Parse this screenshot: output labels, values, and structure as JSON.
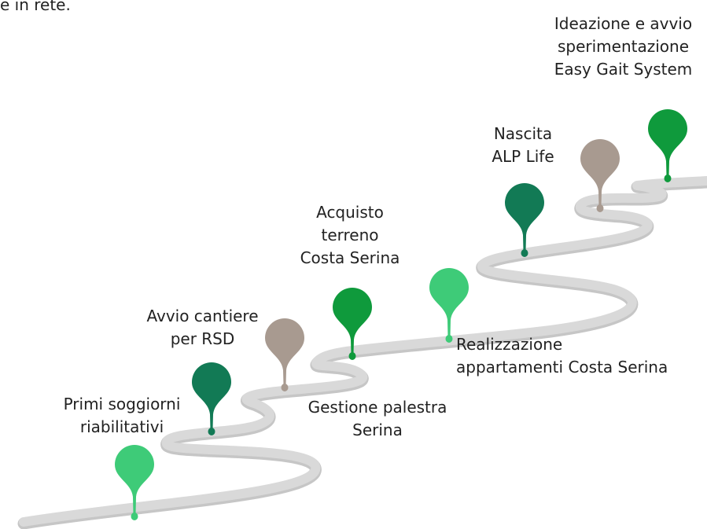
{
  "top_fragment": "e in rete.",
  "colors": {
    "road": "#d9d9d9",
    "road_shadow": "#c6c6c6",
    "light_green": "#3ecb78",
    "dark_green": "#127a55",
    "green": "#0f9a3c",
    "taupe": "#a89a90",
    "text": "#222222"
  },
  "milestones": [
    {
      "id": "m1",
      "color": "light_green",
      "lines": [
        "Primi soggiorni",
        "riabilitativi"
      ]
    },
    {
      "id": "m2",
      "color": "dark_green",
      "lines": [
        "Avvio cantiere",
        "per RSD"
      ]
    },
    {
      "id": "m3",
      "color": "taupe",
      "lines": [
        "Gestione palestra",
        "Serina"
      ]
    },
    {
      "id": "m4",
      "color": "green",
      "lines": [
        "Acquisto",
        "terreno",
        "Costa Serina"
      ]
    },
    {
      "id": "m5",
      "color": "light_green",
      "lines": [
        "Realizzazione",
        "appartamenti Costa Serina"
      ]
    },
    {
      "id": "m6",
      "color": "dark_green",
      "lines": [
        "Nascita",
        "ALP Life"
      ]
    },
    {
      "id": "m7",
      "color": "taupe",
      "lines": []
    },
    {
      "id": "m8",
      "color": "green",
      "lines": [
        "Ideazione e avvio",
        "sperimentazione",
        "Easy Gait System"
      ]
    }
  ]
}
